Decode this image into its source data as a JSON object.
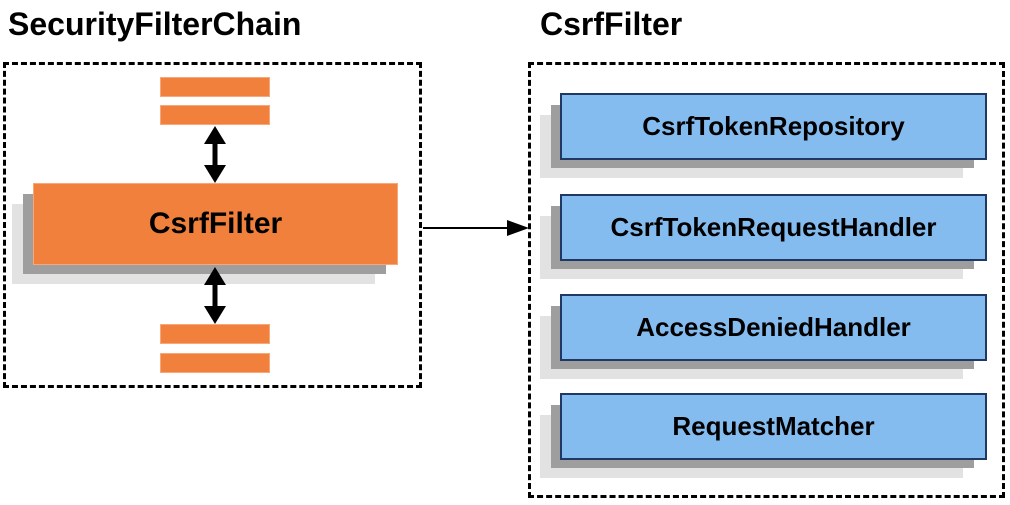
{
  "left_panel": {
    "title": "SecurityFilterChain",
    "filter_box_label": "CsrfFilter",
    "anonymous_filter_bars": 4
  },
  "right_panel": {
    "title": "CsrfFilter",
    "components": [
      {
        "label": "CsrfTokenRepository"
      },
      {
        "label": "CsrfTokenRequestHandler"
      },
      {
        "label": "AccessDeniedHandler"
      },
      {
        "label": "RequestMatcher"
      }
    ]
  },
  "icons": {
    "vertical_double_arrow": "↕",
    "right_arrow": "→"
  },
  "colors": {
    "orange": "#F0803C",
    "orange_edge": "#F8A878",
    "blue_fill": "#85BCF0",
    "blue_border": "#1F3864",
    "shadow_dark": "#9E9E9E",
    "shadow_light": "#E2E2E2",
    "line_color": "#000000"
  }
}
